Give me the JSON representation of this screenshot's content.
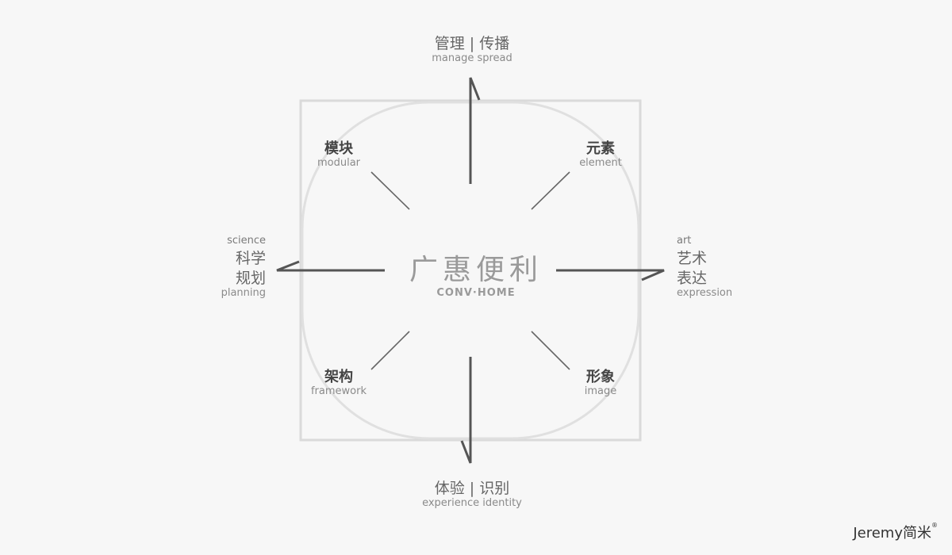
{
  "brand": {
    "zh": "广惠便利",
    "en": "CONV·HOME"
  },
  "labels": {
    "top": {
      "zh": "管理 | 传播",
      "en": "manage spread"
    },
    "top_left": {
      "zh": "模块",
      "en": "modular"
    },
    "top_right": {
      "zh": "元素",
      "en": "element"
    },
    "left": {
      "en_top": "science",
      "zh1": "科学",
      "zh2": "规划",
      "en": "planning"
    },
    "right": {
      "en_top": "art",
      "zh1": "艺术",
      "zh2": "表达",
      "en": "expression"
    },
    "bottom_left": {
      "zh": "架构",
      "en": "framework"
    },
    "bottom_right": {
      "zh": "形象",
      "en": "image"
    },
    "bottom": {
      "zh": "体验 | 识别",
      "en": "experience identity"
    }
  },
  "watermark": {
    "text": "Jeremy简米"
  },
  "colors": {
    "frame": "#dadada",
    "circle": "#e0e0e0",
    "axis": "#555555",
    "diag": "#666666"
  }
}
